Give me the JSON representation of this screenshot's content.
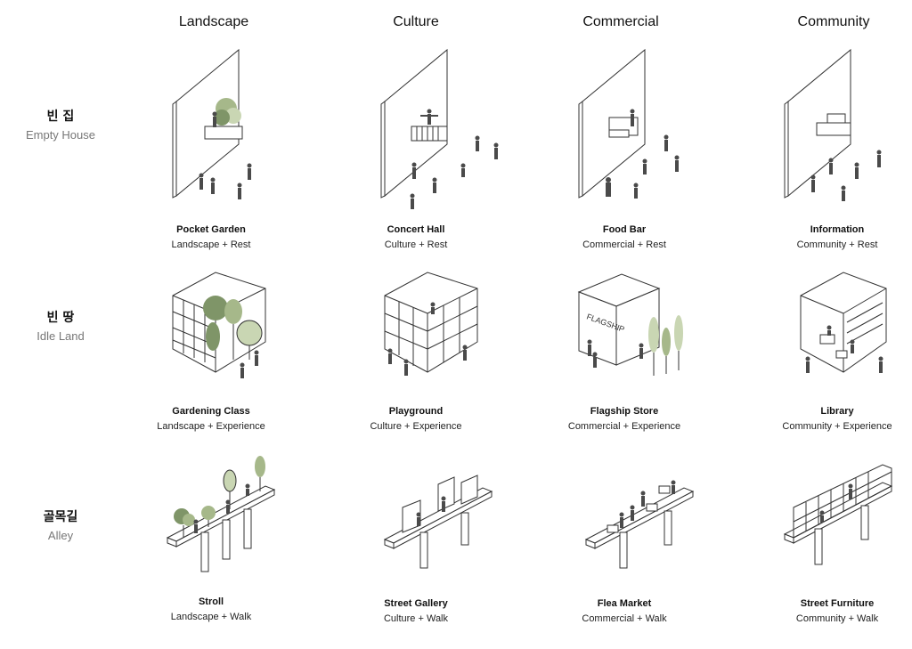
{
  "columns": [
    "Landscape",
    "Culture",
    "Commercial",
    "Community"
  ],
  "rows": [
    {
      "ko": "빈 집",
      "en": "Empty House"
    },
    {
      "ko": "빈 땅",
      "en": "Idle Land"
    },
    {
      "ko": "골목길",
      "en": "Alley"
    }
  ],
  "cells": [
    [
      {
        "title": "Pocket Garden",
        "sub": "Landscape + Rest"
      },
      {
        "title": "Concert Hall",
        "sub": "Culture + Rest"
      },
      {
        "title": "Food Bar",
        "sub": "Commercial + Rest"
      },
      {
        "title": "Information",
        "sub": "Community + Rest"
      }
    ],
    [
      {
        "title": "Gardening Class",
        "sub": "Landscape + Experience"
      },
      {
        "title": "Playground",
        "sub": "Culture + Experience"
      },
      {
        "title": "Flagship Store",
        "sub": "Commercial + Experience"
      },
      {
        "title": "Library",
        "sub": "Community + Experience"
      }
    ],
    [
      {
        "title": "Stroll",
        "sub": "Landscape + Walk"
      },
      {
        "title": "Street Gallery",
        "sub": "Culture + Walk"
      },
      {
        "title": "Flea Market",
        "sub": "Commercial + Walk"
      },
      {
        "title": "Street Furniture",
        "sub": "Community + Walk"
      }
    ]
  ],
  "flagship_sign": "FLAGSHIP",
  "colors": {
    "tree_light": "#c9d6b3",
    "tree_mid": "#a6b88a",
    "tree_dark": "#7f9568",
    "figure": "#4a4a4a"
  }
}
